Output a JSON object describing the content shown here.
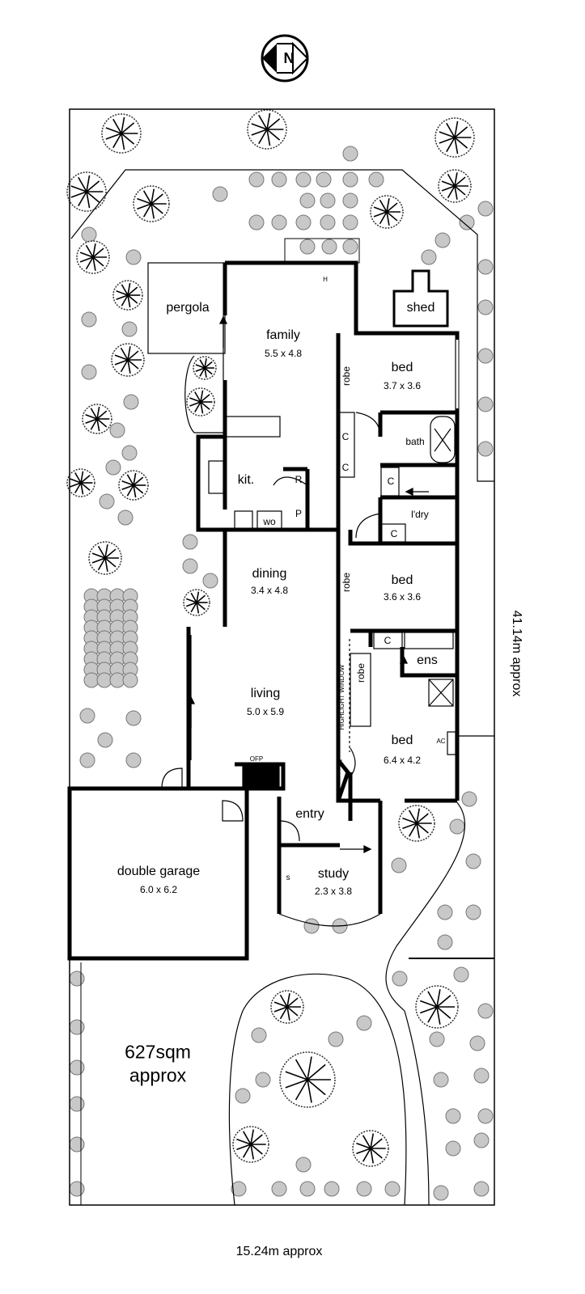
{
  "compass": {
    "label": "N"
  },
  "rooms": {
    "family": {
      "name": "family",
      "dims": "5.5 x 4.8"
    },
    "pergola": {
      "name": "pergola"
    },
    "shed": {
      "name": "shed"
    },
    "bed1": {
      "name": "bed",
      "dims": "3.7 x 3.6"
    },
    "bath": {
      "name": "bath"
    },
    "laundry": {
      "name": "l'dry"
    },
    "kitchen": {
      "name": "kit."
    },
    "dining": {
      "name": "dining",
      "dims": "3.4 x 4.8"
    },
    "bed2": {
      "name": "bed",
      "dims": "3.6 x 3.6"
    },
    "ensuite": {
      "name": "ens"
    },
    "living": {
      "name": "living",
      "dims": "5.0 x 5.9"
    },
    "bed3": {
      "name": "bed",
      "dims": "6.4 x 4.2"
    },
    "entry": {
      "name": "entry"
    },
    "garage": {
      "name": "double garage",
      "dims": "6.0 x 6.2"
    },
    "study": {
      "name": "study",
      "dims": "2.3 x 3.8"
    }
  },
  "fixtures": {
    "robe": "robe",
    "cupboard": "C",
    "refrigerator": "R",
    "pantry": "P",
    "wall_oven": "wo",
    "heater": "H",
    "open_fireplace": "OFP",
    "air_conditioner": "AC",
    "storage": "s",
    "highlight_window": "HIGHLIGHT WINDOW"
  },
  "site": {
    "area_line1": "627sqm",
    "area_line2": "approx",
    "width": "15.24m approx",
    "depth": "41.14m approx"
  }
}
